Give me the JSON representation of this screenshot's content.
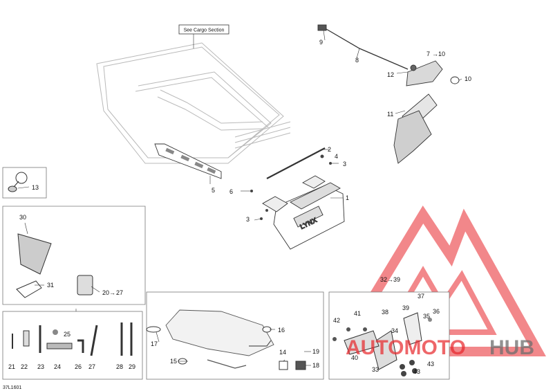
{
  "diagram": {
    "ref_code": "37L1601",
    "callout": "See Cargo Section",
    "labels": {
      "p1": "1",
      "p2": "2",
      "p3a": "3",
      "p3b": "3",
      "p4": "4",
      "p5": "5",
      "p6": "6",
      "p7": "7",
      "p7to": "10",
      "p8": "8",
      "p9": "9",
      "p10": "10",
      "p11": "11",
      "p12": "12",
      "p13": "13",
      "p14": "14",
      "p15": "15",
      "p16": "16",
      "p17": "17",
      "p18": "18",
      "p19": "19",
      "p20": "20",
      "p20to": "27",
      "p21": "21",
      "p22": "22",
      "p23": "23",
      "p24": "24",
      "p25": "25",
      "p26": "26",
      "p27": "27",
      "p28": "28",
      "p29": "29",
      "p30": "30",
      "p31": "31",
      "p32": "32",
      "p32to": "39",
      "p33": "33",
      "p34": "34",
      "p35": "35",
      "p36": "36",
      "p37": "37",
      "p38": "38",
      "p39": "39",
      "p40": "40",
      "p41": "41",
      "p42": "42",
      "p43a": "43",
      "p43b": "43"
    }
  },
  "watermark": {
    "brand_left": "AUTOMOTO",
    "brand_right": "HUB",
    "red": "#e8262b",
    "grey": "#6e6e6e"
  }
}
